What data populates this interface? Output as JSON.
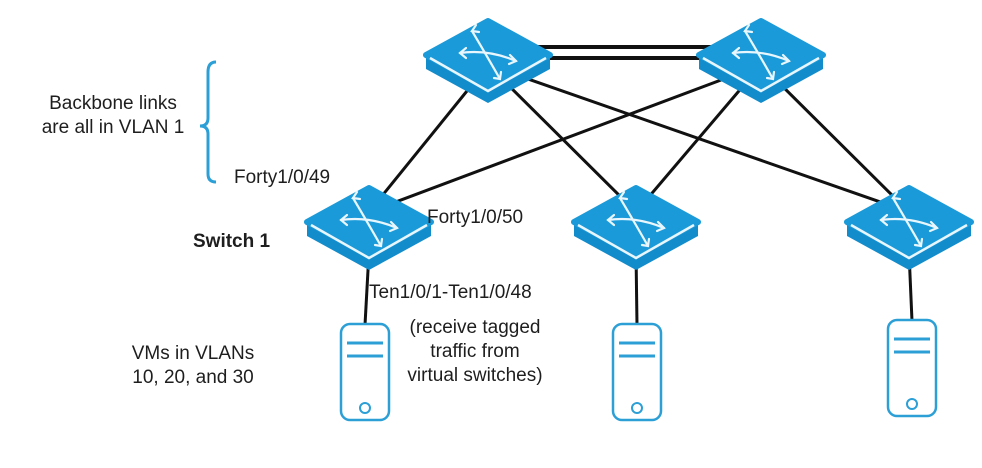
{
  "colors": {
    "switch_fill": "#1a9ad8",
    "switch_side": "#138ccc",
    "switch_glyph": "#e8f6fd",
    "server_stroke": "#2b9fd6",
    "link": "#111111",
    "brace": "#2b9fd6"
  },
  "annotations": {
    "backbone_note": [
      "Backbone links",
      "are all in VLAN 1"
    ],
    "switch1_label": "Switch 1",
    "port_forty_49": "Forty1/0/49",
    "port_forty_50": "Forty1/0/50",
    "port_ten_range": "Ten1/0/1-Ten1/0/48",
    "tagged_note": [
      "(receive tagged",
      "traffic from",
      "virtual switches)"
    ],
    "vm_note": [
      "VMs in VLANs",
      "10, 20, and 30"
    ]
  },
  "nodes": {
    "core_switches": [
      {
        "id": "core-1",
        "name": "core-switch-left",
        "icon": "switch-icon"
      },
      {
        "id": "core-2",
        "name": "core-switch-right",
        "icon": "switch-icon"
      }
    ],
    "access_switches": [
      {
        "id": "acc-1",
        "name": "access-switch-1",
        "icon": "switch-icon",
        "label": "Switch 1"
      },
      {
        "id": "acc-2",
        "name": "access-switch-2",
        "icon": "switch-icon"
      },
      {
        "id": "acc-3",
        "name": "access-switch-3",
        "icon": "switch-icon"
      }
    ],
    "servers": [
      {
        "id": "srv-1",
        "name": "server-1",
        "icon": "server-icon",
        "attached_to": "acc-1"
      },
      {
        "id": "srv-2",
        "name": "server-2",
        "icon": "server-icon",
        "attached_to": "acc-2"
      },
      {
        "id": "srv-3",
        "name": "server-3",
        "icon": "server-icon",
        "attached_to": "acc-3"
      }
    ]
  },
  "links": [
    {
      "from": "core-1",
      "to": "core-2",
      "type": "double"
    },
    {
      "from": "core-1",
      "to": "acc-1"
    },
    {
      "from": "core-1",
      "to": "acc-2"
    },
    {
      "from": "core-1",
      "to": "acc-3"
    },
    {
      "from": "core-2",
      "to": "acc-1"
    },
    {
      "from": "core-2",
      "to": "acc-2"
    },
    {
      "from": "core-2",
      "to": "acc-3"
    },
    {
      "from": "acc-1",
      "to": "srv-1"
    },
    {
      "from": "acc-2",
      "to": "srv-2"
    },
    {
      "from": "acc-3",
      "to": "srv-3"
    }
  ]
}
